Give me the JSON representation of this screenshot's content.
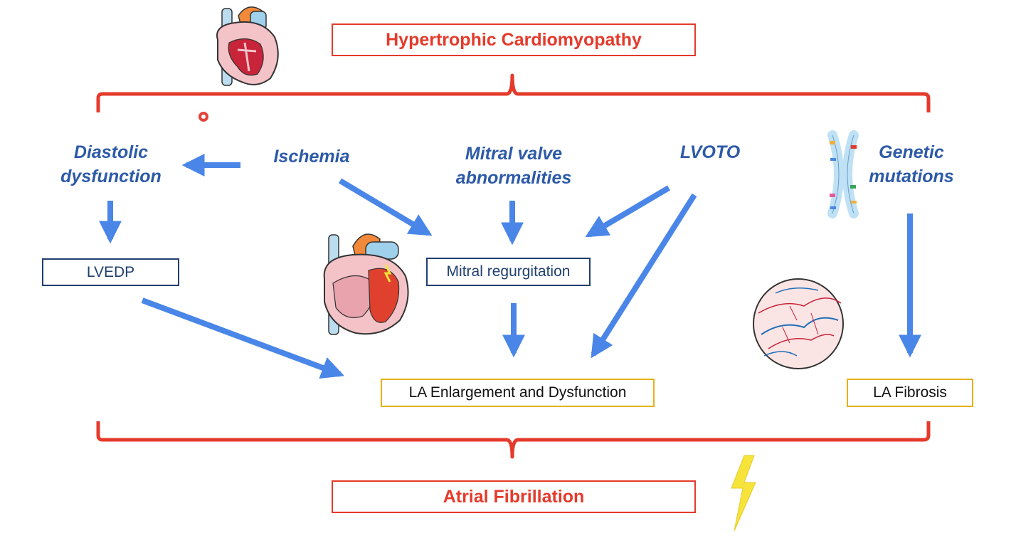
{
  "top_box": {
    "label": "Hypertrophic Cardiomyopathy"
  },
  "bottom_box": {
    "label": "Atrial Fibrillation"
  },
  "factors": {
    "diastolic": {
      "line1": "Diastolic",
      "line2": "dysfunction"
    },
    "ischemia": {
      "label": "Ischemia"
    },
    "mitral_valve": {
      "line1": "Mitral valve",
      "line2": "abnormalities"
    },
    "lvoto": {
      "label": "LVOTO"
    },
    "genetic": {
      "line1": "Genetic",
      "line2": "mutations"
    }
  },
  "intermediate": {
    "lvedp": {
      "label": "LVEDP"
    },
    "mitral_regurgitation": {
      "label": "Mitral regurgitation"
    }
  },
  "outcomes": {
    "la_enlargement": {
      "label": "LA Enlargement and Dysfunction"
    },
    "la_fibrosis": {
      "label": "LA Fibrosis"
    }
  },
  "icons": [
    "heart-icon",
    "heart-cross-section-icon",
    "chromosome-icon",
    "fibrosis-tissue-icon",
    "lightning-bolt-icon",
    "pointer-dot-icon"
  ],
  "colors": {
    "accent_red": "#e53a2b",
    "arrow_blue": "#4a86e8",
    "text_blue": "#2d5aa8",
    "navy_border": "#1f3f6e",
    "yellow_border": "#e3b21a",
    "lightning": "#f6e43a"
  }
}
